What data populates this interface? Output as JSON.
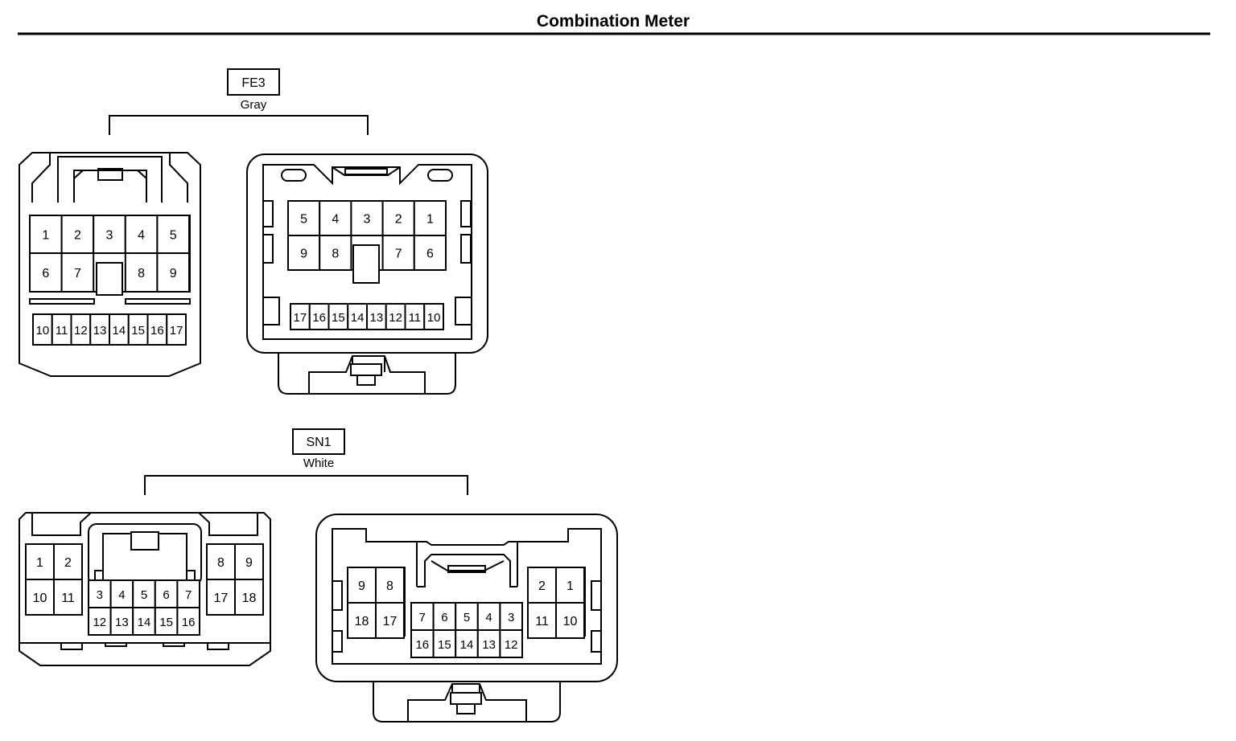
{
  "title": "Combination Meter",
  "connectors": [
    {
      "id": "FE3",
      "color": "Gray",
      "female": {
        "row1": [
          "1",
          "2",
          "3",
          "4",
          "5"
        ],
        "row2": [
          "6",
          "7",
          "",
          "8",
          "9"
        ],
        "row3": [
          "10",
          "11",
          "12",
          "13",
          "14",
          "15",
          "16",
          "17"
        ]
      },
      "male": {
        "row1": [
          "5",
          "4",
          "3",
          "2",
          "1"
        ],
        "row2": [
          "9",
          "8",
          "",
          "7",
          "6"
        ],
        "row3": [
          "17",
          "16",
          "15",
          "14",
          "13",
          "12",
          "11",
          "10"
        ]
      }
    },
    {
      "id": "SN1",
      "color": "White",
      "female": {
        "left": [
          "1",
          "2",
          "10",
          "11"
        ],
        "center_top": [
          "3",
          "4",
          "5",
          "6",
          "7"
        ],
        "center_bottom": [
          "12",
          "13",
          "14",
          "15",
          "16"
        ],
        "right": [
          "8",
          "9",
          "17",
          "18"
        ]
      },
      "male": {
        "left": [
          "9",
          "8",
          "18",
          "17"
        ],
        "center_top": [
          "7",
          "6",
          "5",
          "4",
          "3"
        ],
        "center_bottom": [
          "16",
          "15",
          "14",
          "13",
          "12"
        ],
        "right": [
          "2",
          "1",
          "11",
          "10"
        ]
      }
    }
  ]
}
